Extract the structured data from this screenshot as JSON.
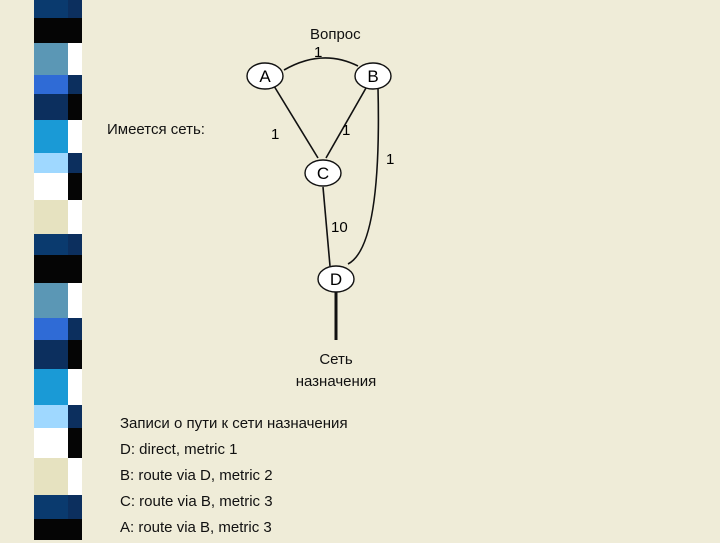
{
  "question_label": "Вопрос",
  "network_label": "Имеется сеть:",
  "destination_label": [
    "Сеть",
    "назначения"
  ],
  "nodes": {
    "A": "A",
    "B": "B",
    "C": "C",
    "D": "D"
  },
  "edges": {
    "AB": "1",
    "AC": "1",
    "BC": "1",
    "BD": "1",
    "CD": "10"
  },
  "records": {
    "title": "Записи о пути к сети назначения",
    "items": [
      "D: direct, metric 1",
      "B: route via D, metric 2",
      "C: route via B, metric 3",
      "A: route via B, metric 3"
    ]
  },
  "colors": {
    "background": "#efecd8",
    "ink": "#111111"
  }
}
